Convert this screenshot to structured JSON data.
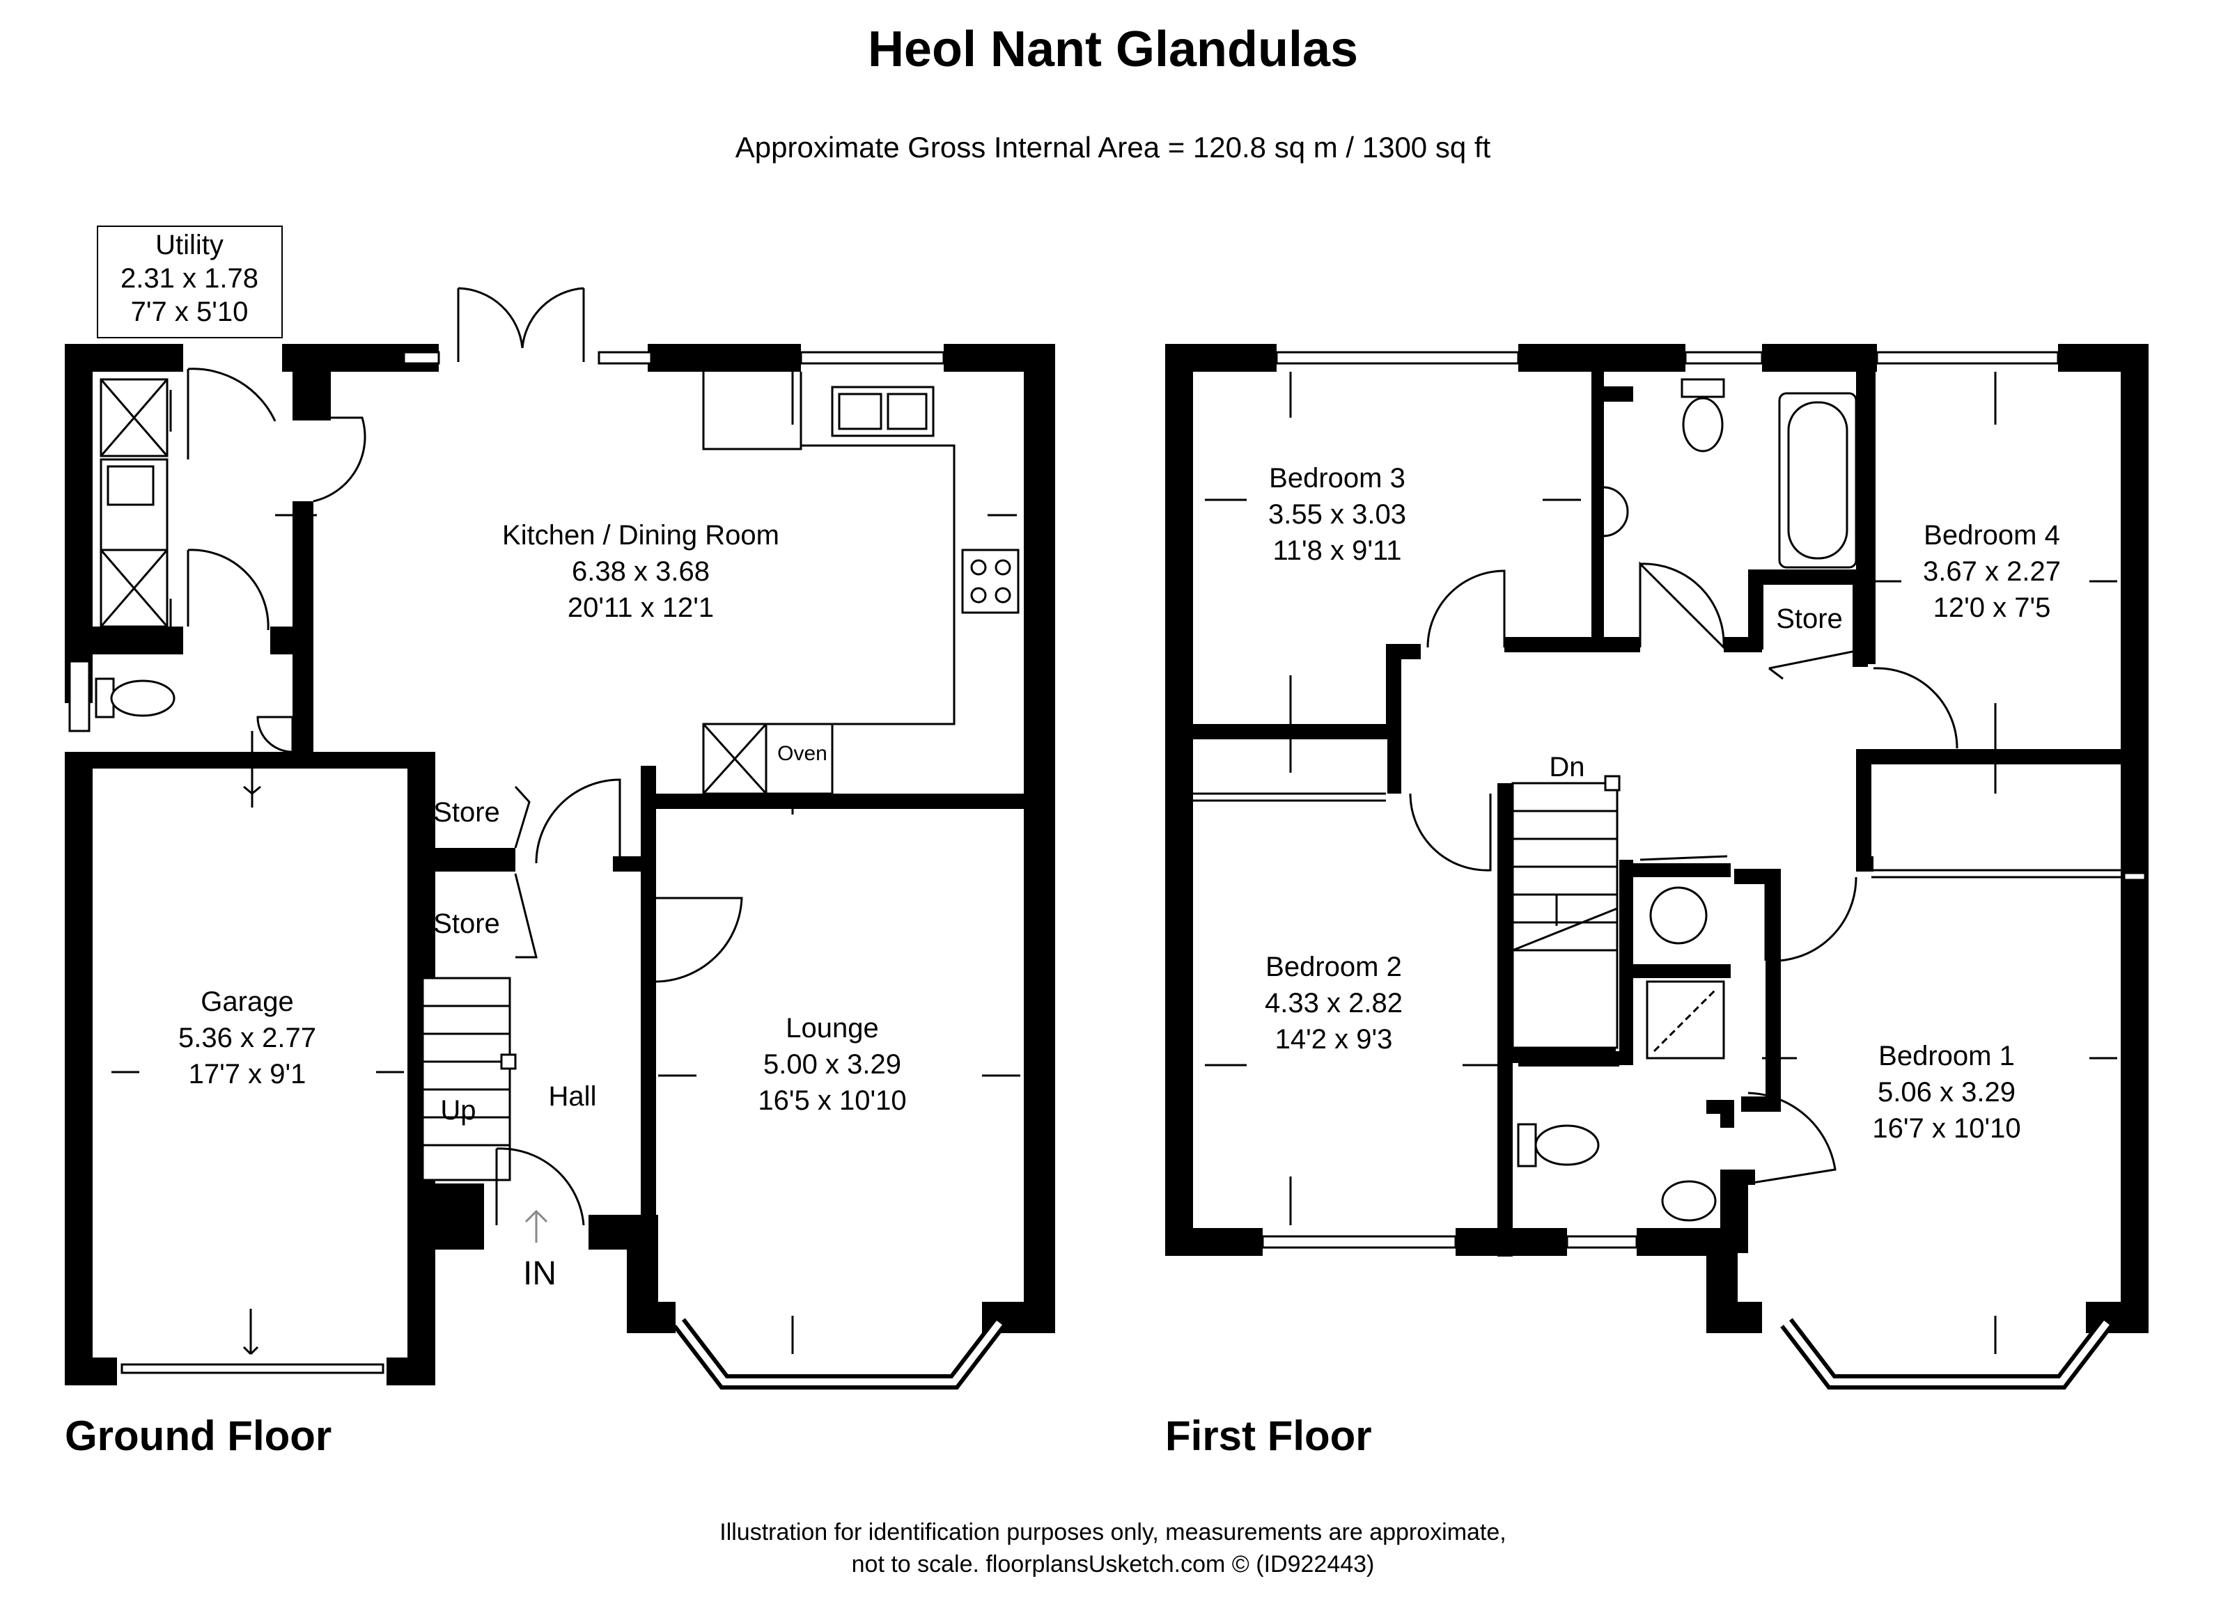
{
  "header": {
    "title": "Heol Nant Glandulas",
    "area": "Approximate Gross Internal Area = 120.8 sq m / 1300 sq ft"
  },
  "ground_floor": {
    "label": "Ground Floor",
    "rooms": {
      "utility": {
        "name": "Utility",
        "metric": "2.31 x 1.78",
        "imperial": "7'7 x 5'10"
      },
      "kitchen": {
        "name": "Kitchen / Dining Room",
        "metric": "6.38 x 3.68",
        "imperial": "20'11 x 12'1"
      },
      "garage": {
        "name": "Garage",
        "metric": "5.36 x 2.77",
        "imperial": "17'7 x 9'1"
      },
      "lounge": {
        "name": "Lounge",
        "metric": "5.00 x 3.29",
        "imperial": "16'5 x 10'10"
      },
      "store1": {
        "name": "Store"
      },
      "store2": {
        "name": "Store"
      },
      "hall": {
        "name": "Hall"
      }
    },
    "labels": {
      "up": "Up",
      "in": "IN",
      "oven": "Oven"
    }
  },
  "first_floor": {
    "label": "First Floor",
    "rooms": {
      "bedroom3": {
        "name": "Bedroom 3",
        "metric": "3.55 x 3.03",
        "imperial": "11'8 x 9'11"
      },
      "bedroom4": {
        "name": "Bedroom 4",
        "metric": "3.67 x 2.27",
        "imperial": "12'0 x 7'5"
      },
      "bedroom2": {
        "name": "Bedroom 2",
        "metric": "4.33 x 2.82",
        "imperial": "14'2 x 9'3"
      },
      "bedroom1": {
        "name": "Bedroom 1",
        "metric": "5.06 x 3.29",
        "imperial": "16'7 x 10'10"
      },
      "store": {
        "name": "Store"
      }
    },
    "labels": {
      "down": "Dn"
    }
  },
  "footer": {
    "line1": "Illustration for identification purposes only, measurements are approximate,",
    "line2": "not to scale. floorplansUsketch.com © (ID922443)"
  }
}
